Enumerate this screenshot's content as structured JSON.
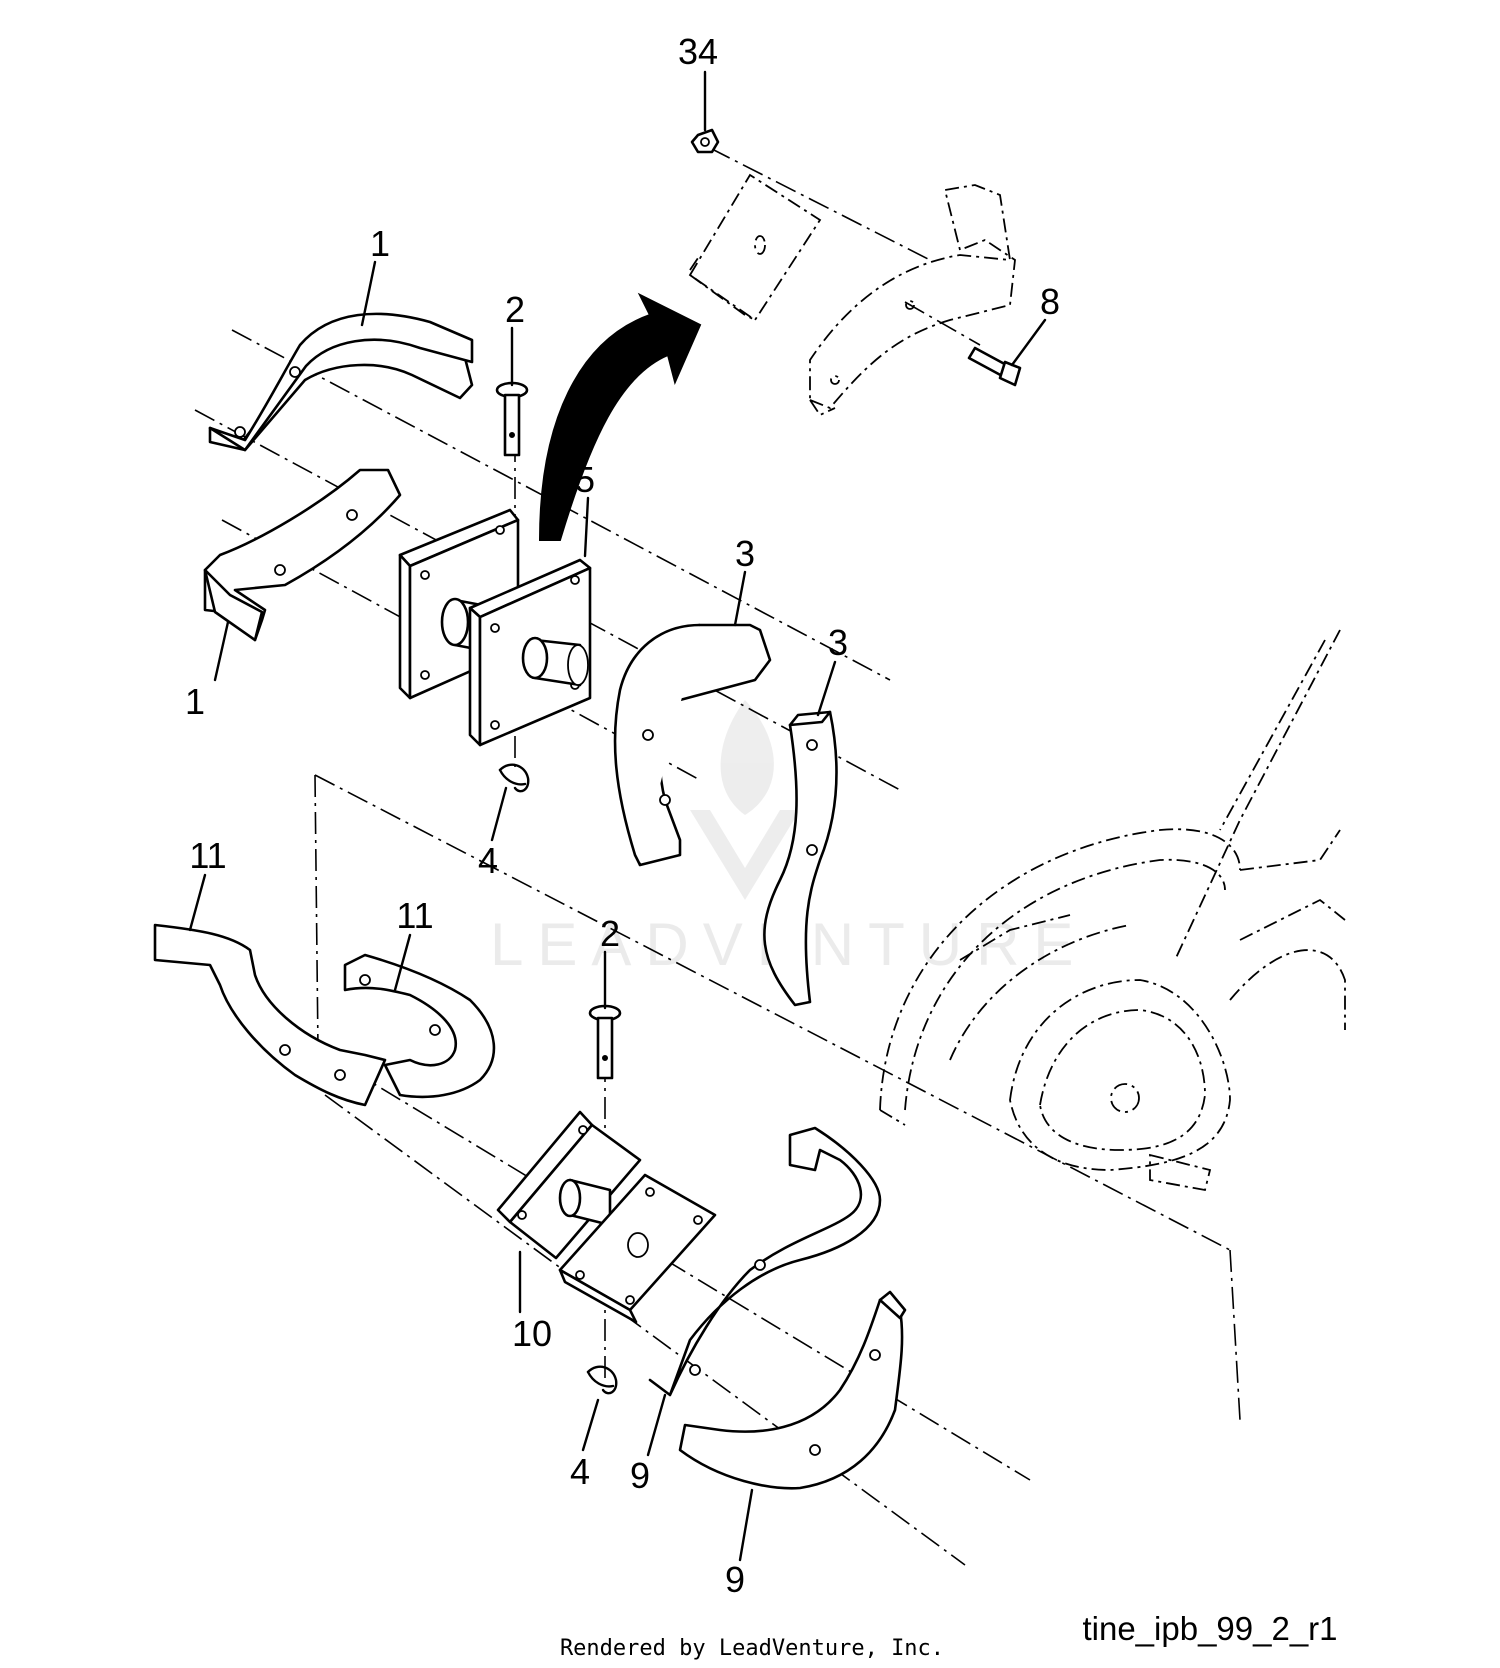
{
  "callouts": [
    "34",
    "1",
    "2",
    "8",
    "5",
    "3",
    "3",
    "1",
    "4",
    "11",
    "11",
    "2",
    "10",
    "4",
    "9",
    "9"
  ],
  "footer": {
    "credit": "Rendered by LeadVenture, Inc.",
    "drawing_id": "tine_ipb_99_2_r1"
  },
  "watermark": {
    "brand": "LEADVENTURE"
  }
}
